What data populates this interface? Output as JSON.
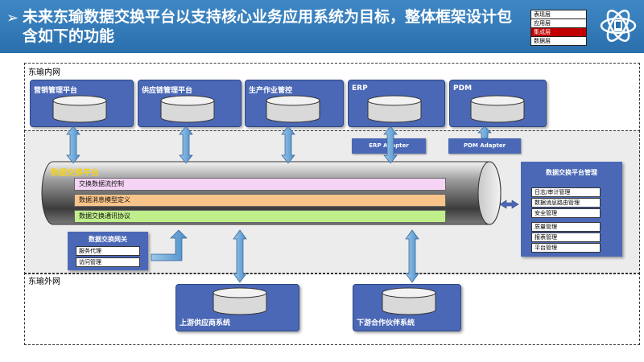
{
  "header": {
    "arrow": "➢",
    "title": "未来东瑜数据交换平台以支持核心业务应用系统为目标，整体框架设计包含如下的功能",
    "layers": [
      {
        "label": "表现层",
        "active": false
      },
      {
        "label": "应用层",
        "active": false
      },
      {
        "label": "集成层",
        "active": true
      },
      {
        "label": "数据层",
        "active": false
      }
    ]
  },
  "zones": {
    "internal": "东瑜内网",
    "external": "东瑜外网"
  },
  "internal_systems": [
    "营销管理平台",
    "供应链管理平台",
    "生产作业管控",
    "ERP",
    "PDM"
  ],
  "adapters": [
    "ERP Adapter",
    "PDM Adapter"
  ],
  "pipeline": {
    "label": "数据交换平台",
    "bars": [
      "交换数据流控制",
      "数据消息模型定义",
      "数据交换通讯协议"
    ]
  },
  "gateway": {
    "title": "数据交换网关",
    "items": [
      "服务代理",
      "访问管理"
    ]
  },
  "management": {
    "title": "数据交换平台管理",
    "items": [
      "日志/审计管理",
      "数据消息路由管理",
      "安全管理",
      "质量管理",
      "报表管理",
      "平台管理"
    ]
  },
  "external_systems": [
    "上游供应商系统",
    "下游合作伙伴系统"
  ],
  "colors": {
    "header_blue": "#2b6fad",
    "system_blue": "#4b68b6",
    "active_layer": "#c00000",
    "pipeline_label": "#f1d021"
  }
}
